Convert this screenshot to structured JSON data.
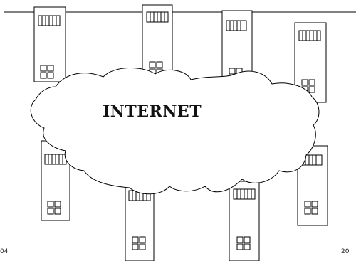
{
  "diagram": {
    "cloud_label": "INTERNET",
    "footer_left": "04",
    "footer_right": "20",
    "colors": {
      "stroke": "#000000",
      "fill": "#ffffff",
      "text": "#111111"
    },
    "icons": {
      "building": "server-tower-icon",
      "cloud": "internet-cloud-icon"
    }
  }
}
